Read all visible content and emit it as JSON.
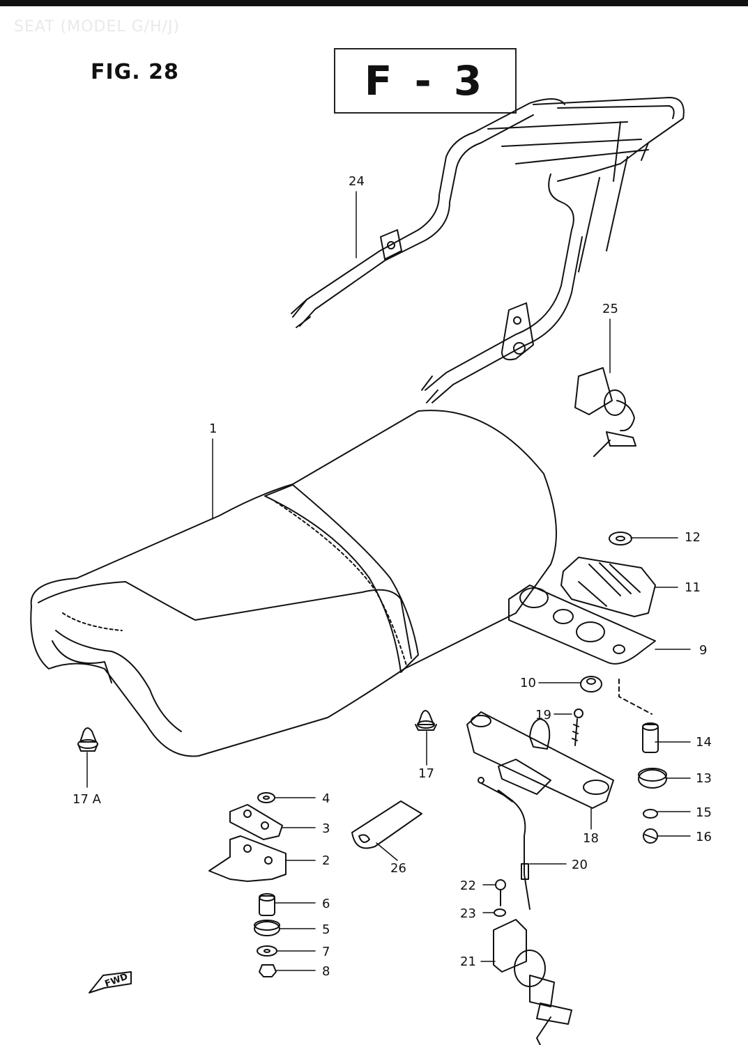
{
  "faded_title": "SEAT (MODEL G/H/J)",
  "figure_label": "FIG. 28",
  "section_code": "F - 3",
  "fwd_label": "FWD",
  "part_numbers": {
    "p1": "1",
    "p2": "2",
    "p3": "3",
    "p4": "4",
    "p5": "5",
    "p6": "6",
    "p7": "7",
    "p8": "8",
    "p9": "9",
    "p10": "10",
    "p11": "11",
    "p12": "12",
    "p13": "13",
    "p14": "14",
    "p15": "15",
    "p16": "16",
    "p17": "17",
    "p17a": "17 A",
    "p18": "18",
    "p19": "19",
    "p20": "20",
    "p21": "21",
    "p22": "22",
    "p23": "23",
    "p24": "24",
    "p25": "25",
    "p26": "26"
  }
}
